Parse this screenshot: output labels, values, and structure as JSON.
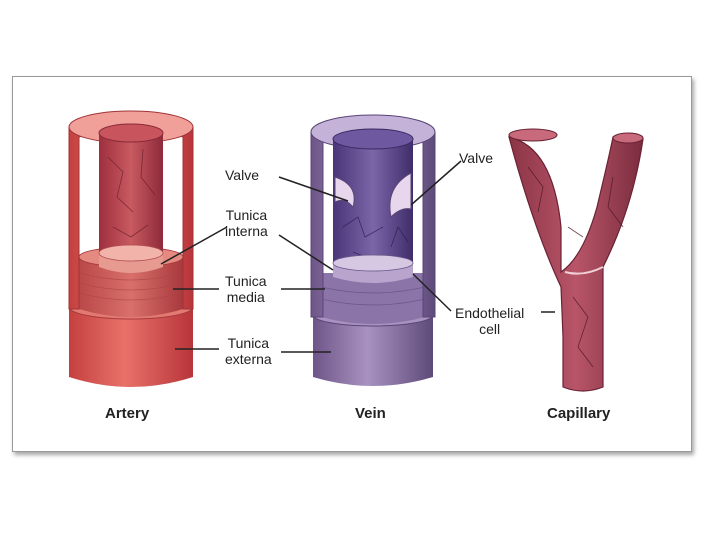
{
  "vessels": {
    "artery": "Artery",
    "vein": "Vein",
    "capillary": "Capillary"
  },
  "labels": {
    "valve_left": "Valve",
    "valve_right": "Valve",
    "tunica_interna": [
      "Tunica",
      "interna"
    ],
    "tunica_media": [
      "Tunica",
      "media"
    ],
    "tunica_externa": [
      "Tunica",
      "externa"
    ],
    "endothelial_cell": [
      "Endothelial",
      "cell"
    ]
  },
  "colors": {
    "artery_outer": "#d9534f",
    "artery_inner": "#b83a45",
    "vein_outer": "#8e6fa8",
    "vein_inner": "#5d4690",
    "capillary": "#a4475a"
  }
}
